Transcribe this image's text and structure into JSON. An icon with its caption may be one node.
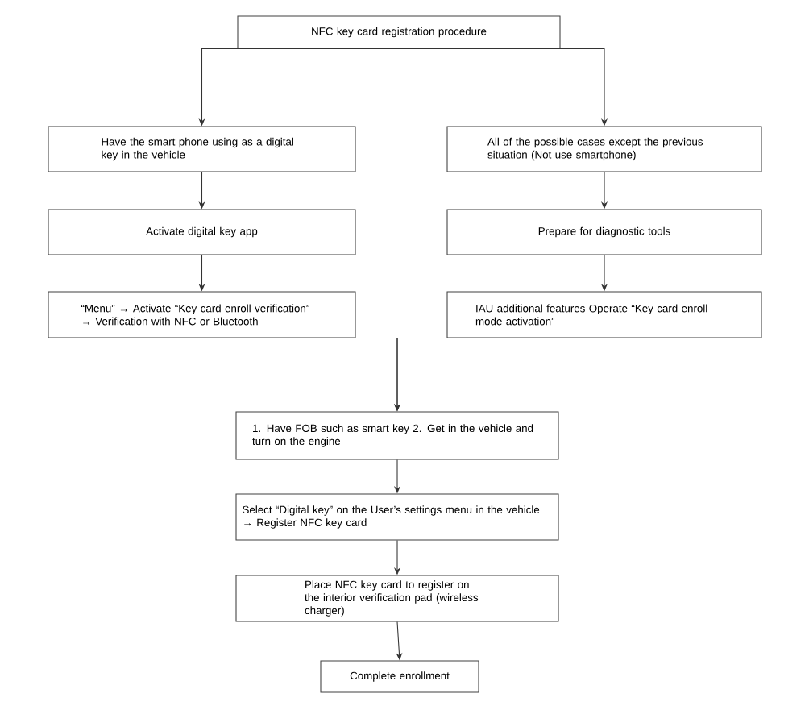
{
  "diagram": {
    "nodes": [
      {
        "text": [
          "NFC key card registration procedure"
        ]
      },
      {
        "text": [
          "Have the smart phone using as a digital key in the vehicle"
        ]
      },
      {
        "text": [
          "Activate digital key app"
        ]
      },
      {
        "text": [
          "“Menu” → Activate “Key card enroll verification” → Verification with NFC or Bluetooth"
        ]
      },
      {
        "text": [
          "All of the possible cases except the previous situation (Not use smartphone)"
        ]
      },
      {
        "text": [
          "Prepare for diagnostic tools"
        ]
      },
      {
        "text": [
          "IAU additional features Operate “Key card enroll mode activation”"
        ]
      },
      {
        "text": [
          "1. Have FOB such as smart key 2. Get in the vehicle and turn on the engine"
        ]
      },
      {
        "text": [
          "Select “Digital key” on the User’s settings menu in the vehicle → Register NFC key card"
        ]
      },
      {
        "text": [
          "Place NFC key card to register on the interior verification pad (wireless charger)"
        ]
      },
      {
        "text": [
          "Complete enrollment"
        ]
      }
    ],
    "edges": [
      {
        "from": 0,
        "to": 1,
        "arrow": "to"
      },
      {
        "from": 0,
        "to": 4,
        "arrow": "to"
      },
      {
        "from": 1,
        "to": 2,
        "arrow": "to"
      },
      {
        "from": 2,
        "to": 3,
        "arrow": "to"
      },
      {
        "from": 4,
        "to": 5,
        "arrow": "to"
      },
      {
        "from": 5,
        "to": 6,
        "arrow": "to"
      },
      {
        "from": 3,
        "to": 7,
        "arrow": "to"
      },
      {
        "from": 6,
        "to": 7,
        "arrow": "to"
      },
      {
        "from": 7,
        "to": 8,
        "arrow": "to"
      },
      {
        "from": 8,
        "to": 9,
        "arrow": "to"
      },
      {
        "from": 9,
        "to": 10,
        "arrow": "to"
      }
    ]
  }
}
